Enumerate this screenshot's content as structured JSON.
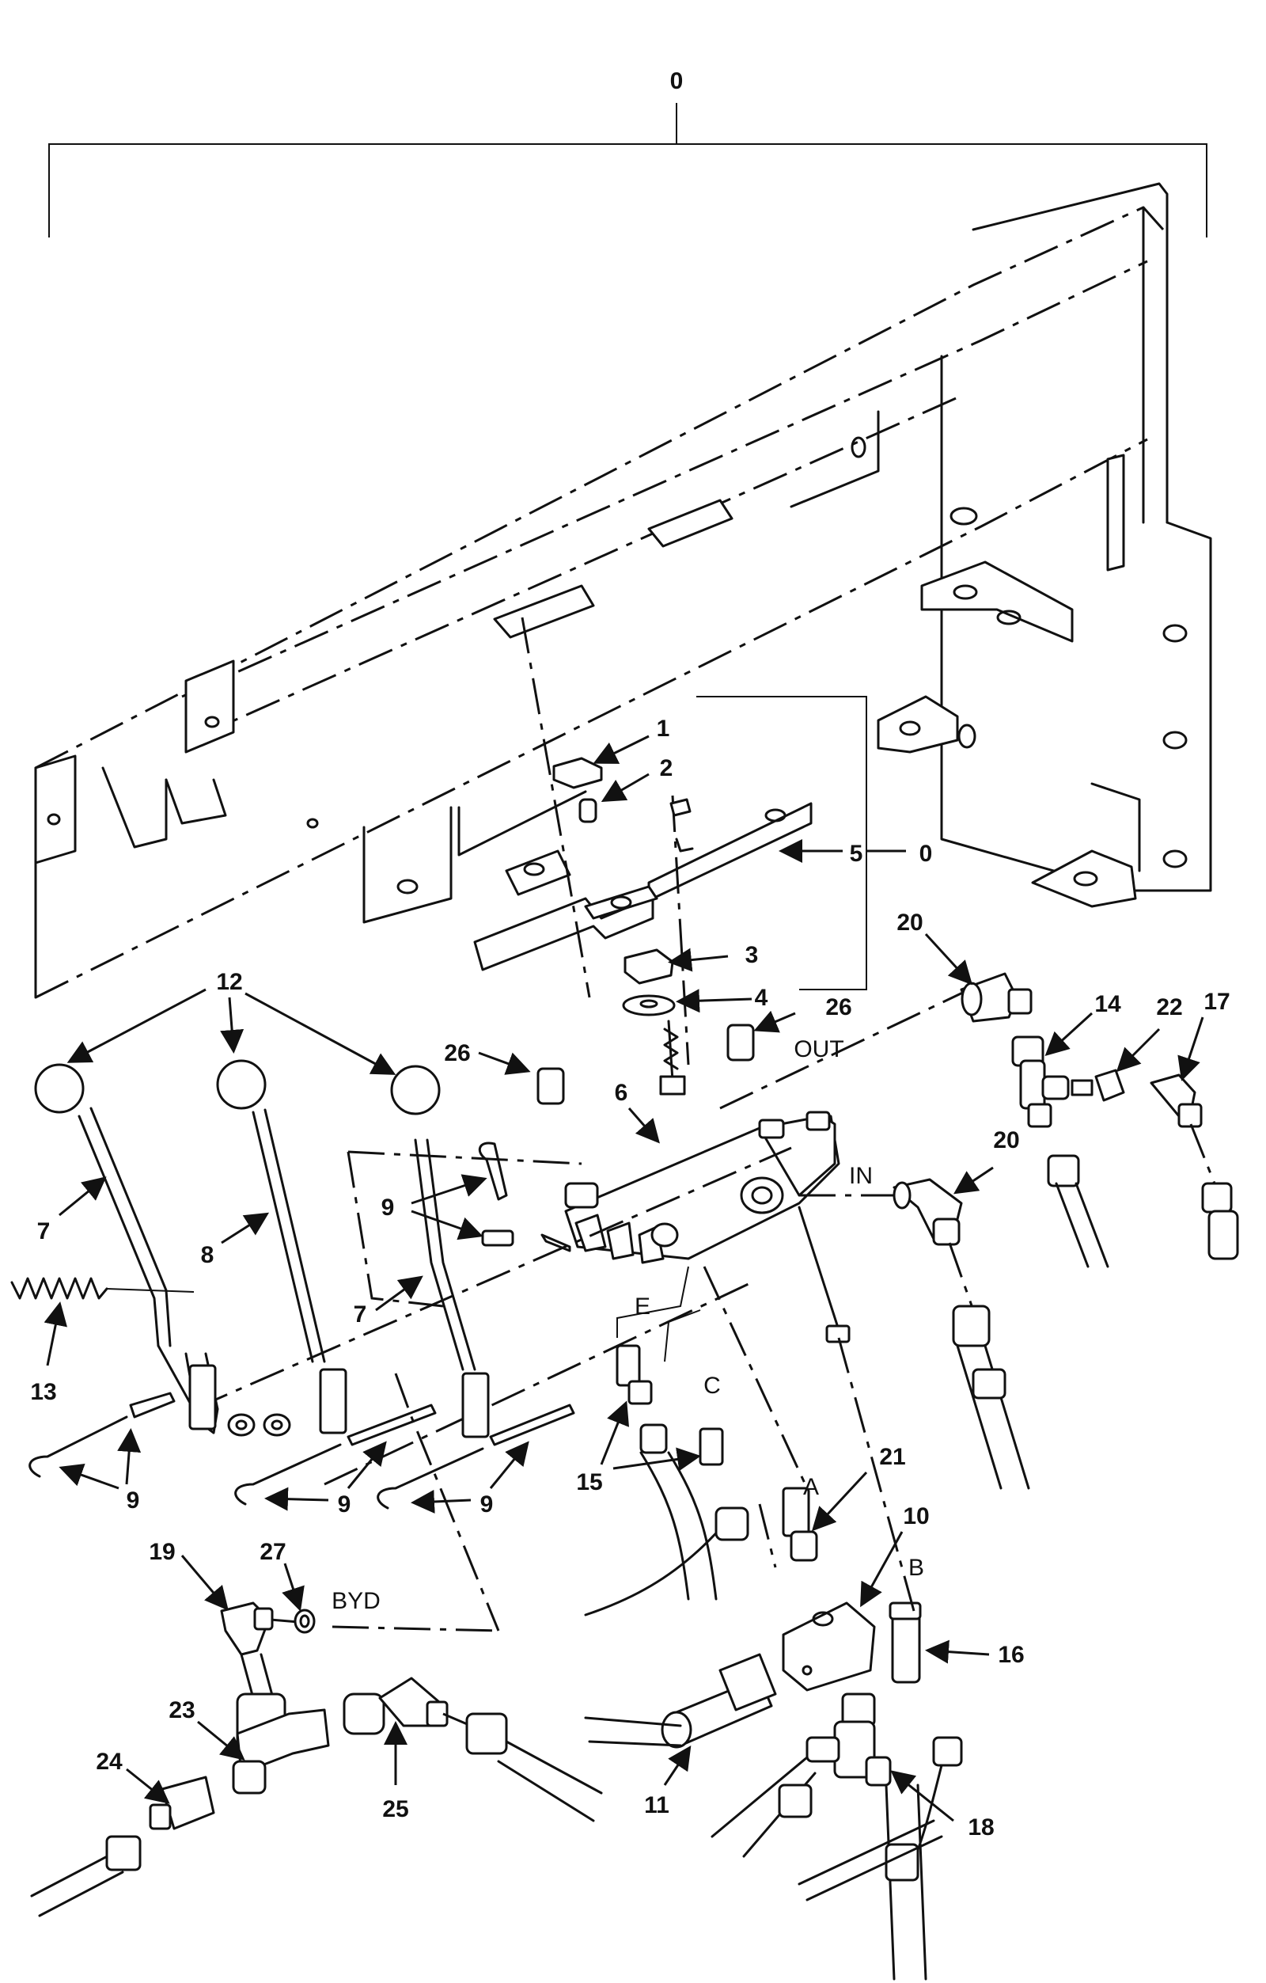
{
  "callouts": [
    {
      "id": "c0-top",
      "text": "0"
    },
    {
      "id": "c0-side",
      "text": "0"
    },
    {
      "id": "c1",
      "text": "1"
    },
    {
      "id": "c2",
      "text": "2"
    },
    {
      "id": "c3",
      "text": "3"
    },
    {
      "id": "c4",
      "text": "4"
    },
    {
      "id": "c5",
      "text": "5"
    },
    {
      "id": "c6",
      "text": "6"
    },
    {
      "id": "c7a",
      "text": "7"
    },
    {
      "id": "c7b",
      "text": "7"
    },
    {
      "id": "c8",
      "text": "8"
    },
    {
      "id": "c9a",
      "text": "9"
    },
    {
      "id": "c9b",
      "text": "9"
    },
    {
      "id": "c9c",
      "text": "9"
    },
    {
      "id": "c9d",
      "text": "9"
    },
    {
      "id": "c10",
      "text": "10"
    },
    {
      "id": "c11",
      "text": "11"
    },
    {
      "id": "c12",
      "text": "12"
    },
    {
      "id": "c13",
      "text": "13"
    },
    {
      "id": "c14",
      "text": "14"
    },
    {
      "id": "c15",
      "text": "15"
    },
    {
      "id": "c16",
      "text": "16"
    },
    {
      "id": "c17",
      "text": "17"
    },
    {
      "id": "c18",
      "text": "18"
    },
    {
      "id": "c19",
      "text": "19"
    },
    {
      "id": "c20a",
      "text": "20"
    },
    {
      "id": "c20b",
      "text": "20"
    },
    {
      "id": "c21",
      "text": "21"
    },
    {
      "id": "c22",
      "text": "22"
    },
    {
      "id": "c23",
      "text": "23"
    },
    {
      "id": "c24",
      "text": "24"
    },
    {
      "id": "c25",
      "text": "25"
    },
    {
      "id": "c26a",
      "text": "26"
    },
    {
      "id": "c26b",
      "text": "26"
    },
    {
      "id": "c27",
      "text": "27"
    }
  ],
  "port_labels": [
    {
      "id": "out",
      "text": "OUT"
    },
    {
      "id": "in",
      "text": "IN"
    },
    {
      "id": "e",
      "text": "E"
    },
    {
      "id": "c",
      "text": "C"
    },
    {
      "id": "a",
      "text": "A"
    },
    {
      "id": "b",
      "text": "B"
    },
    {
      "id": "byd",
      "text": "BYD"
    }
  ],
  "colors": {
    "ink": "#111111",
    "paper": "#ffffff"
  }
}
